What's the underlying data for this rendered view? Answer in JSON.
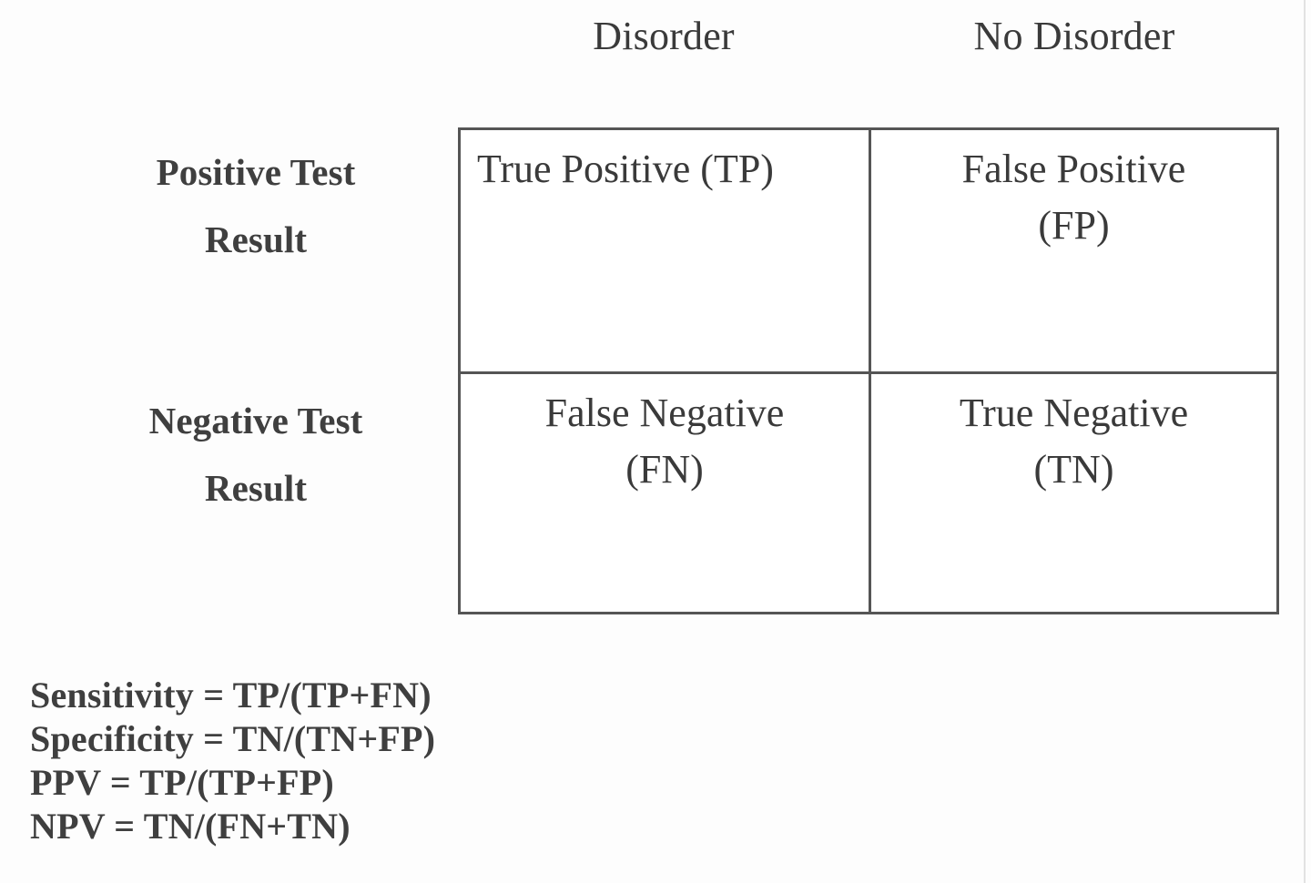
{
  "figure": {
    "kind": "2x2-contingency-table",
    "colors": {
      "background": "#fdfdfd",
      "text": "#3a3a3a",
      "border": "#555555",
      "page_edge": "#e2e2e2"
    }
  },
  "table": {
    "column_headers": [
      "Disorder",
      "No Disorder"
    ],
    "row_headers": [
      {
        "lines": [
          "Positive Test",
          "Result"
        ],
        "text": "Positive Test Result"
      },
      {
        "lines": [
          "Negative Test",
          "Result"
        ],
        "text": "Negative Test Result"
      }
    ],
    "cells": [
      [
        {
          "lines": [
            "True Positive (TP)"
          ],
          "text": "True Positive (TP)",
          "abbr": "TP"
        },
        {
          "lines": [
            "False Positive",
            "(FP)"
          ],
          "text": "False Positive (FP)",
          "abbr": "FP"
        }
      ],
      [
        {
          "lines": [
            "False Negative",
            "(FN)"
          ],
          "text": "False Negative (FN)",
          "abbr": "FN"
        },
        {
          "lines": [
            "True Negative",
            "(TN)"
          ],
          "text": "True Negative (TN)",
          "abbr": "TN"
        }
      ]
    ]
  },
  "formulas": [
    "Sensitivity = TP/(TP+FN)",
    "Specificity = TN/(TN+FP)",
    "PPV = TP/(TP+FP)",
    "NPV = TN/(FN+TN)"
  ]
}
